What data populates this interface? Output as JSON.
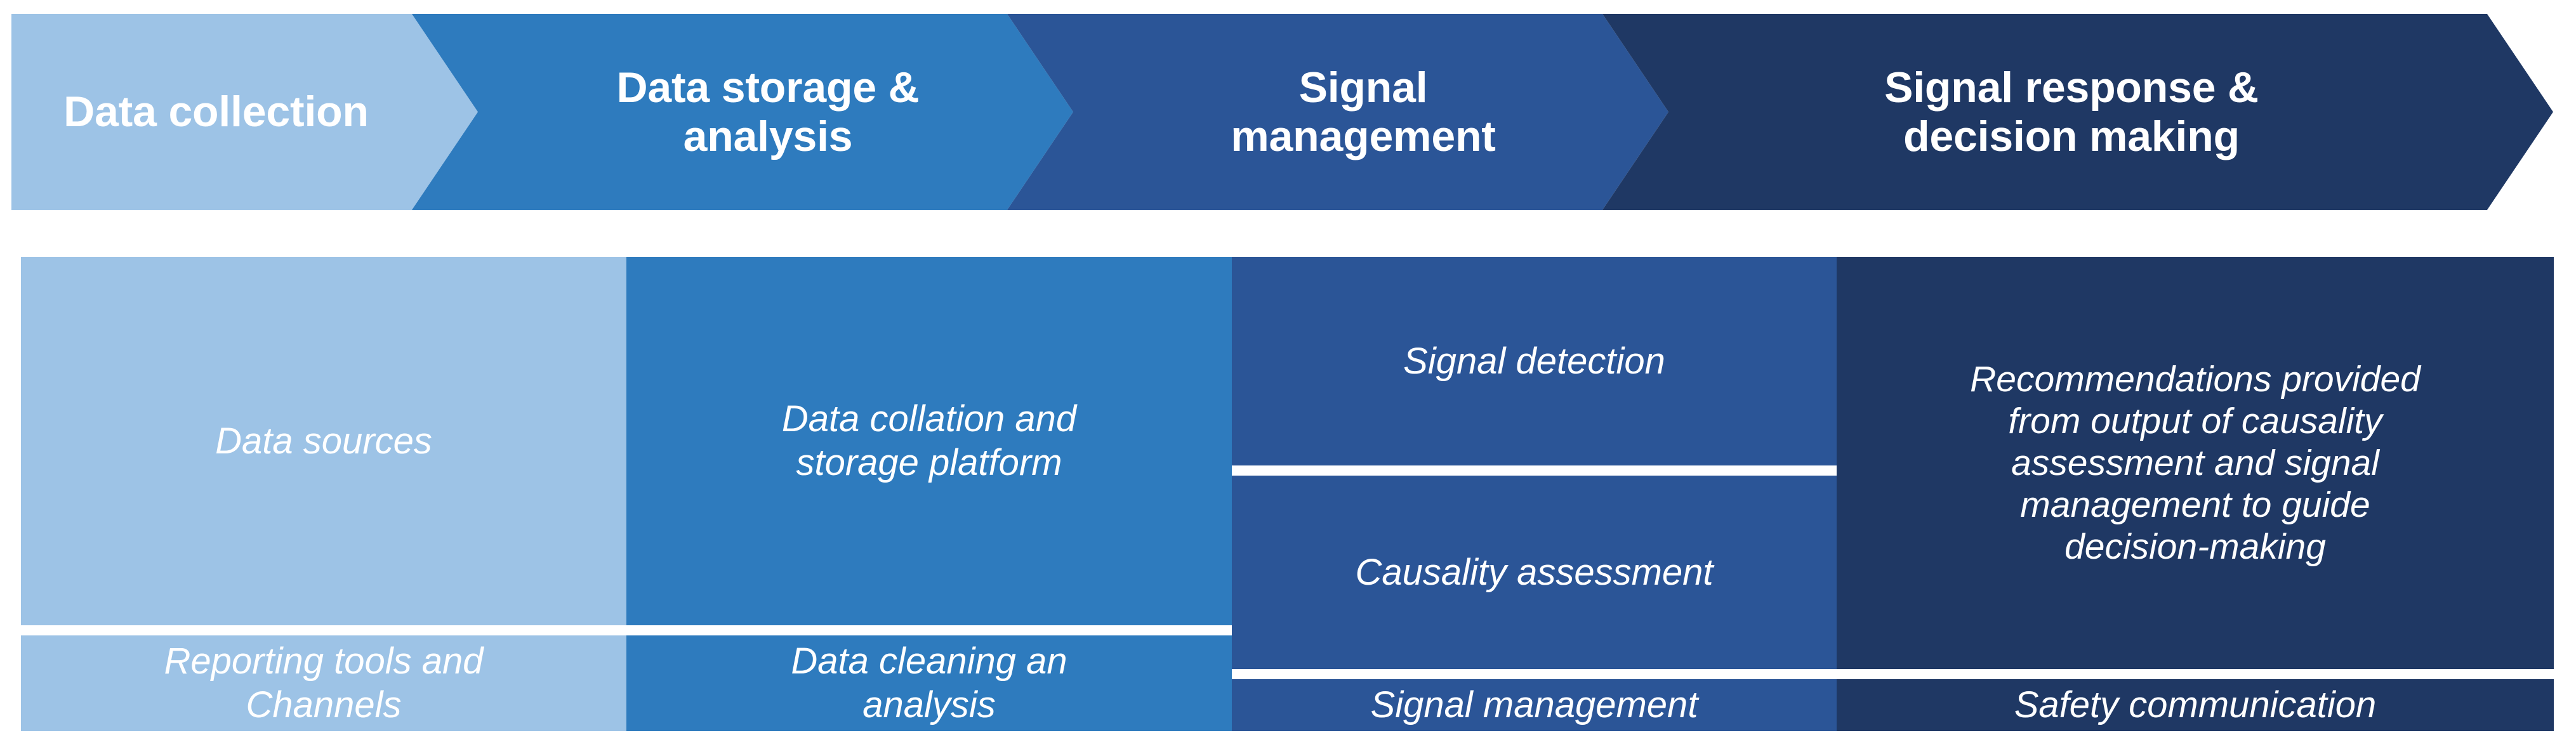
{
  "theme": {
    "stage_background": "#ffffff",
    "text_color": "#ffffff",
    "divider_color": "#ffffff",
    "stage_colors": [
      "#9DC3E6",
      "#2E7BBE",
      "#2B5597",
      "#1F3864"
    ]
  },
  "process_flow": {
    "shape": "chevron",
    "stages": [
      {
        "id": "data-collection",
        "label": "Data collection",
        "color": "#9DC3E6"
      },
      {
        "id": "data-storage",
        "label": "Data storage &\nanalysis",
        "color": "#2E7BBE"
      },
      {
        "id": "signal-management",
        "label": "Signal\nmanagement",
        "color": "#2B5597"
      },
      {
        "id": "signal-response",
        "label": "Signal response &\ndecision making",
        "color": "#1F3864"
      }
    ]
  },
  "detail_table": {
    "columns": [
      {
        "id": "data-collection-details",
        "color": "#9DC3E6",
        "cells": [
          {
            "id": "data-sources",
            "label": "Data sources"
          },
          {
            "id": "reporting-tools",
            "label": "Reporting tools and\nChannels"
          }
        ]
      },
      {
        "id": "data-storage-details",
        "color": "#2E7BBE",
        "cells": [
          {
            "id": "data-collation",
            "label": "Data collation and\nstorage platform"
          },
          {
            "id": "data-cleaning",
            "label": "Data cleaning an\nanalysis"
          }
        ]
      },
      {
        "id": "signal-management-details",
        "color": "#2B5597",
        "cells": [
          {
            "id": "signal-detection",
            "label": "Signal detection"
          },
          {
            "id": "causality-assessment",
            "label": "Causality assessment"
          },
          {
            "id": "signal-management",
            "label": "Signal management"
          }
        ]
      },
      {
        "id": "signal-response-details",
        "color": "#1F3864",
        "cells": [
          {
            "id": "recommendations",
            "label": "Recommendations provided\nfrom output of causality\nassessment and signal\nmanagement to guide\ndecision-making"
          },
          {
            "id": "safety-communication",
            "label": "Safety communication"
          }
        ]
      }
    ]
  }
}
